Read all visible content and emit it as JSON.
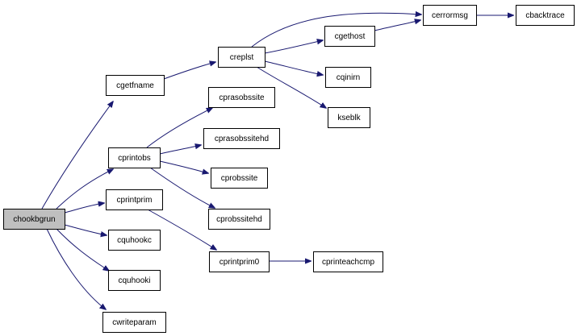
{
  "graph": {
    "root": "chookbgrun",
    "colors": {
      "edge": "#191970",
      "root_fill": "#bfbfbf",
      "node_fill": "#ffffff",
      "node_border": "#000000"
    },
    "nodes": [
      {
        "id": "chookbgrun",
        "label": "chookbgrun"
      },
      {
        "id": "cgetfname",
        "label": "cgetfname"
      },
      {
        "id": "cprintobs",
        "label": "cprintobs"
      },
      {
        "id": "cprintprim",
        "label": "cprintprim"
      },
      {
        "id": "cquhookc",
        "label": "cquhookc"
      },
      {
        "id": "cquhooki",
        "label": "cquhooki"
      },
      {
        "id": "cwriteparam",
        "label": "cwriteparam"
      },
      {
        "id": "creplst",
        "label": "creplst"
      },
      {
        "id": "cprasobssite",
        "label": "cprasobssite"
      },
      {
        "id": "cprasobssitehd",
        "label": "cprasobssitehd"
      },
      {
        "id": "cprobssite",
        "label": "cprobssite"
      },
      {
        "id": "cprobssitehd",
        "label": "cprobssitehd"
      },
      {
        "id": "cprintprim0",
        "label": "cprintprim0"
      },
      {
        "id": "cerrormsg",
        "label": "cerrormsg"
      },
      {
        "id": "cgethost",
        "label": "cgethost"
      },
      {
        "id": "cqinirn",
        "label": "cqinirn"
      },
      {
        "id": "kseblk",
        "label": "kseblk"
      },
      {
        "id": "cprinteachcmp",
        "label": "cprinteachcmp"
      },
      {
        "id": "cbacktrace",
        "label": "cbacktrace"
      }
    ],
    "edges": [
      {
        "from": "chookbgrun",
        "to": "cgetfname"
      },
      {
        "from": "chookbgrun",
        "to": "cprintobs"
      },
      {
        "from": "chookbgrun",
        "to": "cprintprim"
      },
      {
        "from": "chookbgrun",
        "to": "cquhookc"
      },
      {
        "from": "chookbgrun",
        "to": "cquhooki"
      },
      {
        "from": "chookbgrun",
        "to": "cwriteparam"
      },
      {
        "from": "cgetfname",
        "to": "creplst"
      },
      {
        "from": "creplst",
        "to": "cerrormsg"
      },
      {
        "from": "creplst",
        "to": "cgethost"
      },
      {
        "from": "creplst",
        "to": "cqinirn"
      },
      {
        "from": "creplst",
        "to": "kseblk"
      },
      {
        "from": "cgethost",
        "to": "cerrormsg"
      },
      {
        "from": "cerrormsg",
        "to": "cbacktrace"
      },
      {
        "from": "cprintobs",
        "to": "cprasobssite"
      },
      {
        "from": "cprintobs",
        "to": "cprasobssitehd"
      },
      {
        "from": "cprintobs",
        "to": "cprobssite"
      },
      {
        "from": "cprintobs",
        "to": "cprobssitehd"
      },
      {
        "from": "cprintprim",
        "to": "cprintprim0"
      },
      {
        "from": "cprintprim0",
        "to": "cprinteachcmp"
      }
    ]
  }
}
